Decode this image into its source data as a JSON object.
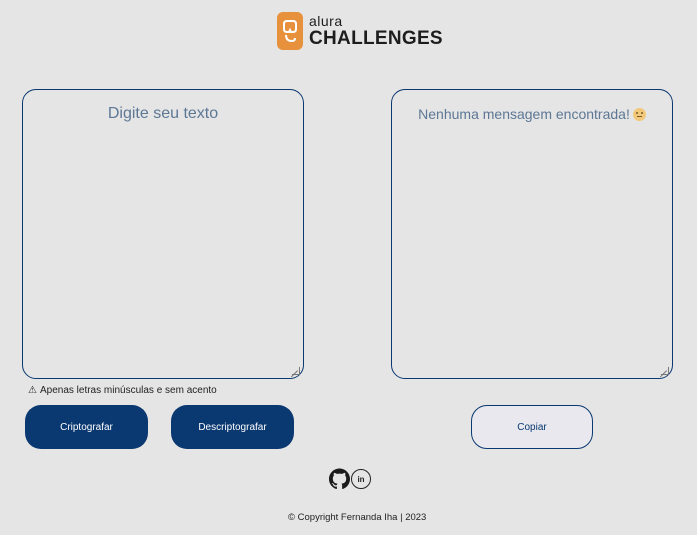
{
  "header": {
    "logo_small": "alura",
    "logo_big": "CHALLENGES"
  },
  "input": {
    "placeholder": "Digite seu texto"
  },
  "output": {
    "message": "Nenhuma mensagem encontrada!",
    "emoji_icon": "face-emoji-icon"
  },
  "warning": {
    "icon": "warning-icon",
    "text": "Apenas letras minúsculas e sem acento"
  },
  "buttons": {
    "encrypt_label": "Criptografar",
    "decrypt_label": "Descriptografar",
    "copy_label": "Copiar"
  },
  "social": {
    "github_icon": "github-icon",
    "linkedin_label": "in"
  },
  "footer": {
    "text": "© Copyright Fernanda Iha | 2023"
  },
  "colors": {
    "primary": "#0a3871",
    "background": "#e5e5e5",
    "logo_accent": "#e7913c",
    "placeholder": "#5d7795"
  }
}
